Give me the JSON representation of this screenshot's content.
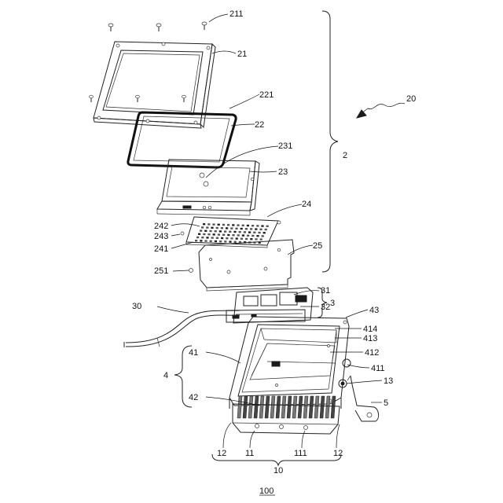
{
  "labels": {
    "l211": "211",
    "l21": "21",
    "l221": "221",
    "l22": "22",
    "l231": "231",
    "l23": "23",
    "l24": "24",
    "l242": "242",
    "l243": "243",
    "l241": "241",
    "l25": "25",
    "l251": "251",
    "l20": "20",
    "l2": "2",
    "l31": "31",
    "l32": "32",
    "l3": "3",
    "l30": "30",
    "l43": "43",
    "l414": "414",
    "l413": "413",
    "l412": "412",
    "l411": "411",
    "l13": "13",
    "l5": "5",
    "l41": "41",
    "l4": "4",
    "l42": "42",
    "l12a": "12",
    "l11": "11",
    "l111": "111",
    "l12b": "12",
    "l10": "10",
    "l100": "100"
  },
  "parts": {
    "frame": "frame-21",
    "gasket": "gasket-22",
    "cover": "lens-cover-23",
    "pcb": "led-board-24",
    "plate": "heat-plate-25",
    "driver": "driver-module-3",
    "cable": "cable-30",
    "housing": "housing-4",
    "base": "base-10",
    "bracket": "bracket-5"
  }
}
